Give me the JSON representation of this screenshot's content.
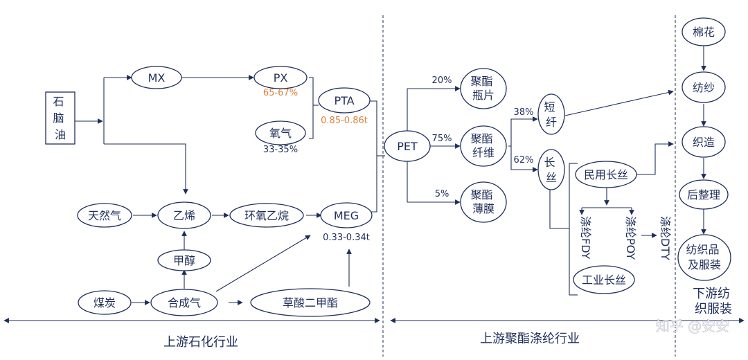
{
  "nodes": {
    "naphtha": "石\n脑\n油",
    "mx": "MX",
    "px": "PX",
    "px_ratio": "65-67%",
    "oxygen": "氧气",
    "oxygen_ratio": "33-35%",
    "pta": "PTA",
    "pta_ratio": "0.85-0.86t",
    "natural_gas": "天然气",
    "ethylene": "乙烯",
    "ethylene_oxide": "环氧乙烷",
    "meg": "MEG",
    "meg_ratio": "0.33-0.34t",
    "methanol": "甲醇",
    "coal": "煤炭",
    "syngas": "合成气",
    "dmo": "草酸二甲酯",
    "pet": "PET",
    "bottle_chips": "聚酯\n瓶片",
    "bottle_pct": "20%",
    "fiber": "聚酯\n纤维",
    "fiber_pct": "75%",
    "film": "聚酯\n薄膜",
    "film_pct": "5%",
    "staple": "短\n纤",
    "staple_pct": "38%",
    "filament": "长\n丝",
    "filament_pct": "62%",
    "civil_filament": "民用长丝",
    "fdy": "涤纶FDY",
    "poy": "涤纶POY",
    "dty": "涤纶DTY",
    "industrial_filament": "工业长丝",
    "cotton": "棉花",
    "spinning": "纺纱",
    "weaving": "织造",
    "finishing": "后整理",
    "textile_apparel": "纺织品\n及服装"
  },
  "sections": {
    "upstream_petrochem": "上游石化行业",
    "upstream_polyester": "上游聚酯涤纶行业",
    "downstream": "下游纺\n织服装"
  },
  "watermark": "知乎 @安安"
}
